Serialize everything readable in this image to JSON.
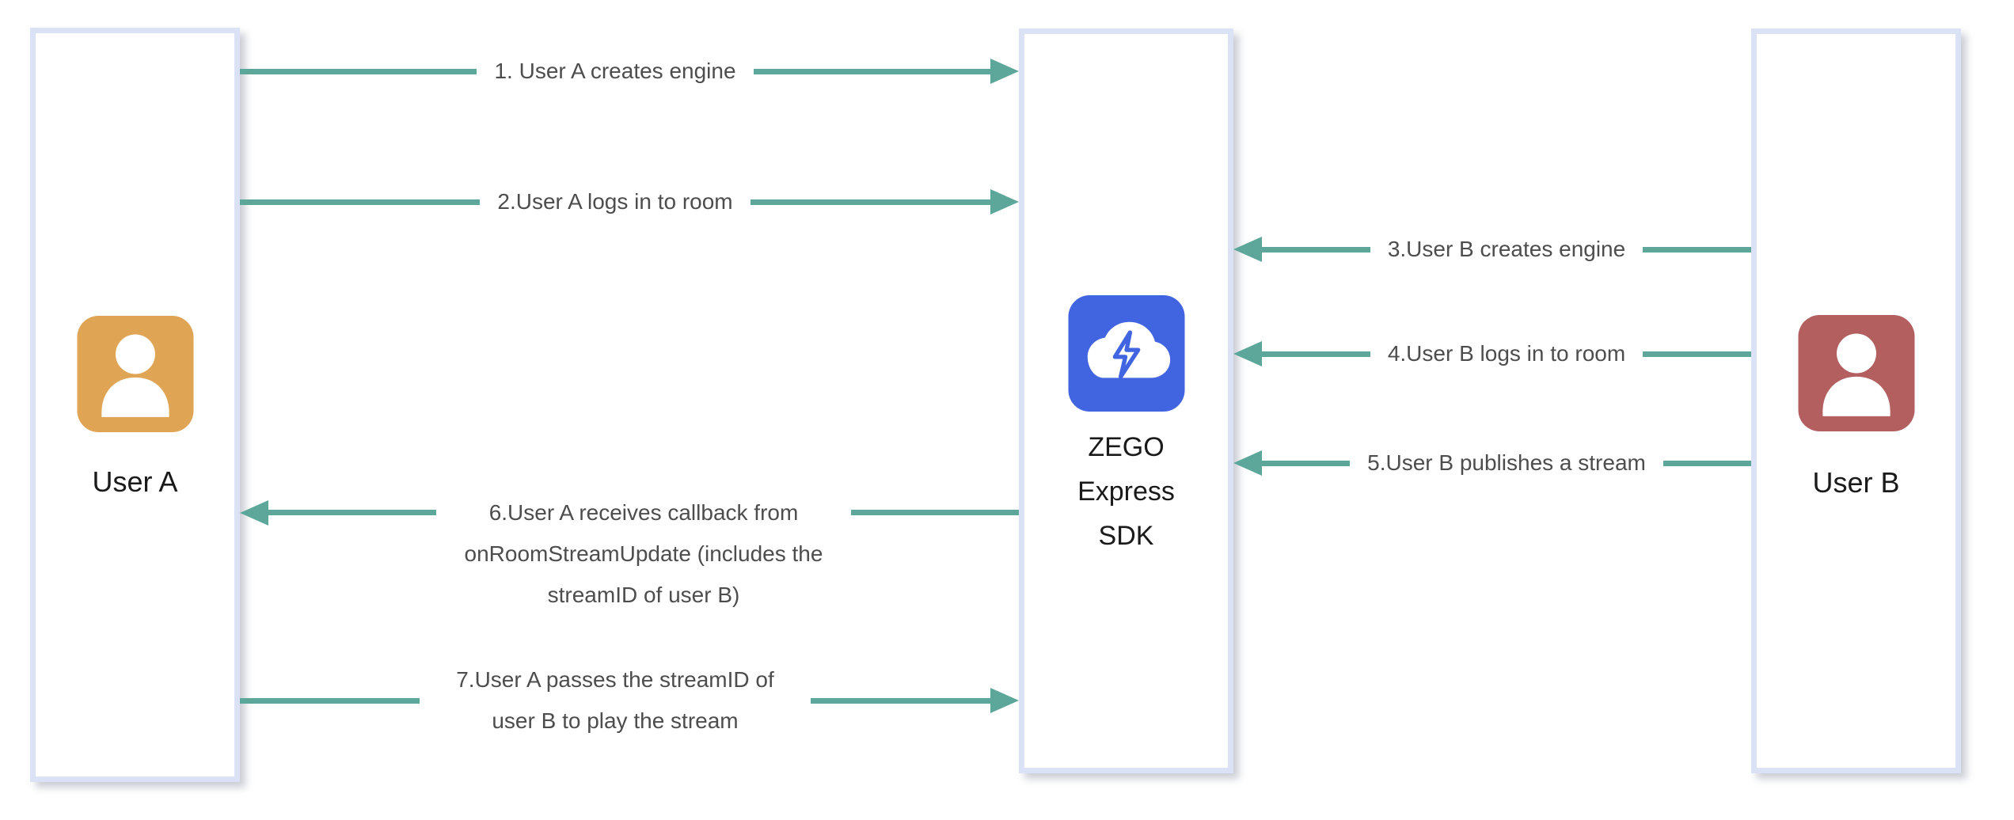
{
  "diagram": {
    "entities": [
      {
        "id": "user-a",
        "label": "User A",
        "icon": "person-icon",
        "icon_color": "#e0a455"
      },
      {
        "id": "sdk",
        "label": "ZEGO Express SDK",
        "icon": "cloud-lightning-icon",
        "icon_color": "#4164e1"
      },
      {
        "id": "user-b",
        "label": "User B",
        "icon": "person-icon",
        "icon_color": "#b35f5f"
      }
    ],
    "arrows": [
      {
        "step": 1,
        "label": "1. User A creates engine",
        "from": "user-a",
        "to": "sdk",
        "direction": "right"
      },
      {
        "step": 2,
        "label": "2.User A logs in to room",
        "from": "user-a",
        "to": "sdk",
        "direction": "right"
      },
      {
        "step": 3,
        "label": "3.User B creates engine",
        "from": "user-b",
        "to": "sdk",
        "direction": "left"
      },
      {
        "step": 4,
        "label": "4.User B logs in to room",
        "from": "user-b",
        "to": "sdk",
        "direction": "left"
      },
      {
        "step": 5,
        "label": "5.User B publishes a stream",
        "from": "user-b",
        "to": "sdk",
        "direction": "left"
      },
      {
        "step": 6,
        "label": "6.User A receives callback from onRoomStreamUpdate (includes the streamID of user B)",
        "from": "sdk",
        "to": "user-a",
        "direction": "left"
      },
      {
        "step": 7,
        "label": "7.User A passes the streamID of user B to play the stream",
        "from": "user-a",
        "to": "sdk",
        "direction": "right"
      }
    ],
    "colors": {
      "arrow": "#5da79a",
      "box_border": "#dce2f5",
      "arrow_label_text": "#4d4d4d",
      "entity_label_text": "#1a1a1a",
      "user_a_icon": "#e0a455",
      "user_b_icon": "#b35f5f",
      "sdk_icon": "#4164e1"
    }
  }
}
